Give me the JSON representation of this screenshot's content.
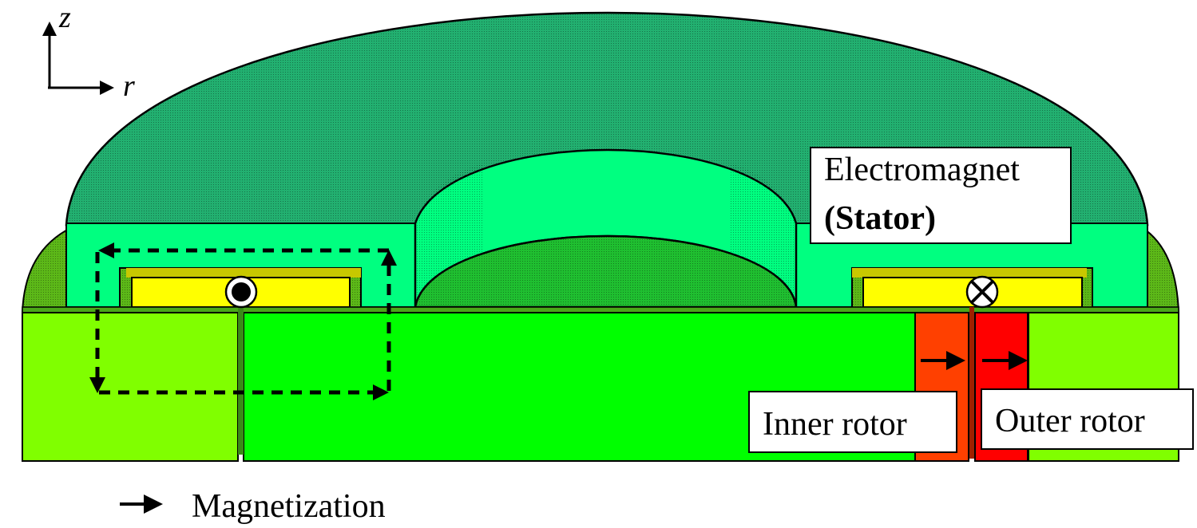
{
  "axes": {
    "z_label": "z",
    "r_label": "r"
  },
  "labels": {
    "stator_line1": "Electromagnet",
    "stator_line2": "(Stator)",
    "inner_rotor": "Inner rotor",
    "outer_rotor": "Outer rotor"
  },
  "legend": {
    "magnetization": "Magnetization"
  },
  "colors": {
    "stator": "#00ff80",
    "stator_dome": "#22b070",
    "coil": "#ffff00",
    "inner_rotor": "#ff4000",
    "outer_rotor": "#ff0000",
    "yoke_center": "#00ff00",
    "yoke_outer": "#80ff00",
    "side_fill": "#5cb818"
  }
}
